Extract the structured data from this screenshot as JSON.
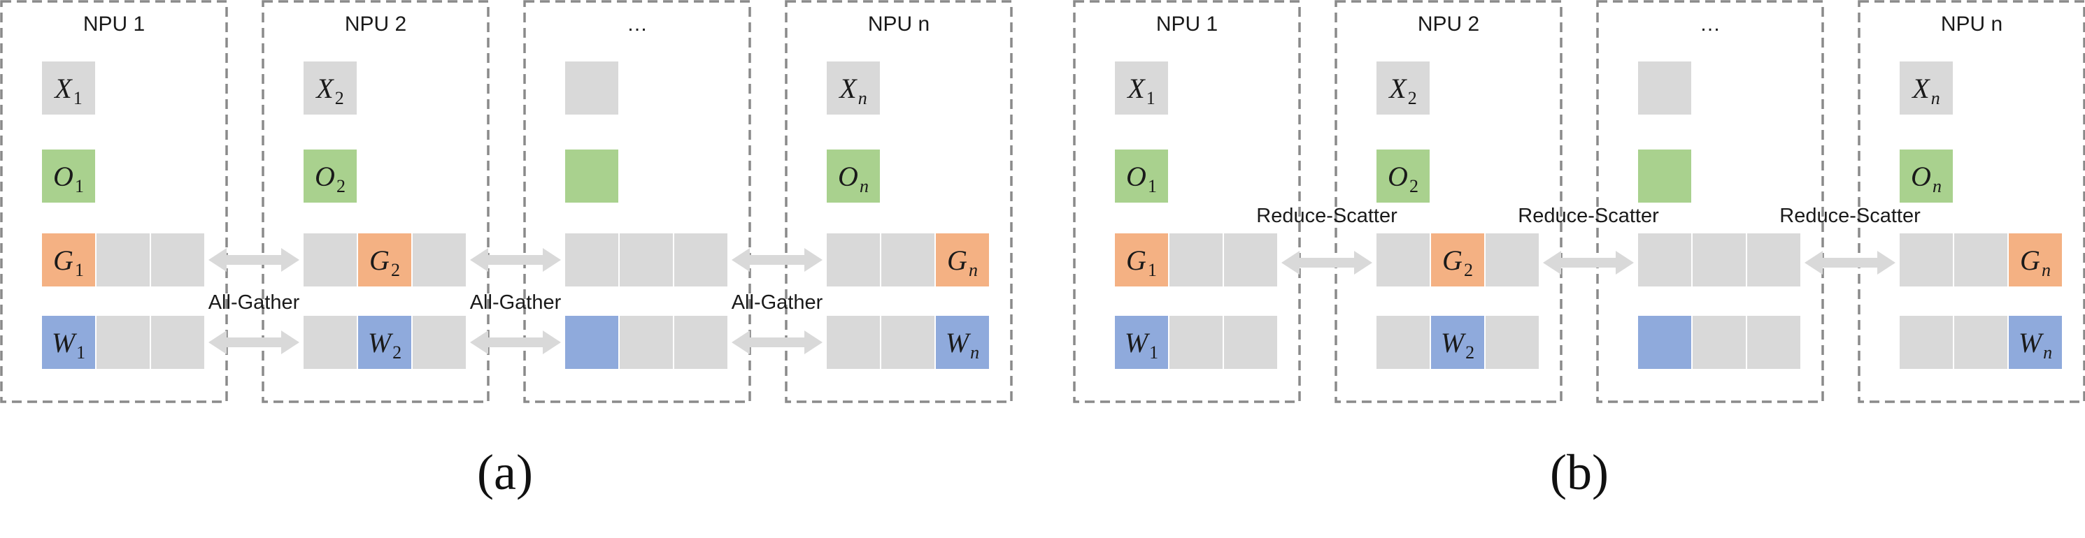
{
  "panel_a": {
    "npu_titles": [
      "NPU 1",
      "NPU 2",
      "…",
      "NPU n"
    ],
    "x_labels": [
      {
        "base": "X",
        "sub": "1"
      },
      {
        "base": "X",
        "sub": "2"
      },
      {
        "base": "",
        "sub": ""
      },
      {
        "base": "X",
        "sub": "n"
      }
    ],
    "o_labels": [
      {
        "base": "O",
        "sub": "1"
      },
      {
        "base": "O",
        "sub": "2"
      },
      {
        "base": "",
        "sub": ""
      },
      {
        "base": "O",
        "sub": "n"
      }
    ],
    "g_labels": [
      {
        "base": "G",
        "sub": "1"
      },
      {
        "base": "G",
        "sub": "2"
      },
      {
        "base": "",
        "sub": ""
      },
      {
        "base": "G",
        "sub": "n"
      }
    ],
    "w_labels": [
      {
        "base": "W",
        "sub": "1"
      },
      {
        "base": "W",
        "sub": "2"
      },
      {
        "base": "",
        "sub": ""
      },
      {
        "base": "W",
        "sub": "n"
      }
    ],
    "comm_label": "All-Gather",
    "caption": "(a)"
  },
  "panel_b": {
    "npu_titles": [
      "NPU 1",
      "NPU 2",
      "…",
      "NPU n"
    ],
    "x_labels": [
      {
        "base": "X",
        "sub": "1"
      },
      {
        "base": "X",
        "sub": "2"
      },
      {
        "base": "",
        "sub": ""
      },
      {
        "base": "X",
        "sub": "n"
      }
    ],
    "o_labels": [
      {
        "base": "O",
        "sub": "1"
      },
      {
        "base": "O",
        "sub": "2"
      },
      {
        "base": "",
        "sub": ""
      },
      {
        "base": "O",
        "sub": "n"
      }
    ],
    "g_labels": [
      {
        "base": "G",
        "sub": "1"
      },
      {
        "base": "G",
        "sub": "2"
      },
      {
        "base": "",
        "sub": ""
      },
      {
        "base": "G",
        "sub": "n"
      }
    ],
    "w_labels": [
      {
        "base": "W",
        "sub": "1"
      },
      {
        "base": "W",
        "sub": "2"
      },
      {
        "base": "",
        "sub": ""
      },
      {
        "base": "W",
        "sub": "n"
      }
    ],
    "comm_label": "Reduce-Scatter",
    "caption": "(b)"
  },
  "colors": {
    "grey": "#d9d9d9",
    "green": "#a9d18e",
    "orange": "#f4b183",
    "blue": "#8faadc",
    "dashed_border": "#8a8a8a"
  }
}
